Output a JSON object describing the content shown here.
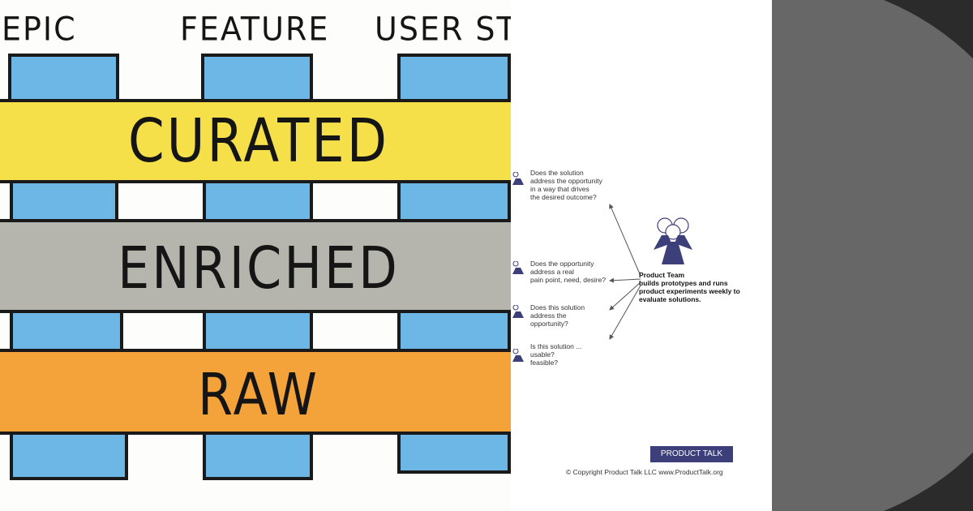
{
  "sketch": {
    "columns": [
      {
        "label": "EPIC"
      },
      {
        "label": "FEATURE"
      },
      {
        "label": "USER STO"
      }
    ],
    "bands": [
      {
        "label": "CURATED",
        "color": "#f6e04a"
      },
      {
        "label": "ENRICHED",
        "color": "#b5b5ad"
      },
      {
        "label": "RAW",
        "color": "#f4a23a"
      }
    ],
    "block_color": "#6cb7e6"
  },
  "diagram": {
    "questions": [
      {
        "text": "Does the solution\naddress the opportunity\nin a way that drives\nthe desired outcome?"
      },
      {
        "text": "Does the opportunity\naddress a real\npain point, need, desire?"
      },
      {
        "text": "Does this solution\naddress the\nopportunity?"
      },
      {
        "text": "Is this solution ...\nusable?\nfeasible?"
      }
    ],
    "team": {
      "title": "Product Team",
      "description": "builds prototypes and runs product experiments weekly to evaluate solutions."
    },
    "brand": "PRODUCT TALK",
    "copyright": "© Copyright Product Talk LLC www.ProductTalk.org",
    "accent_color": "#3c3f7a"
  }
}
